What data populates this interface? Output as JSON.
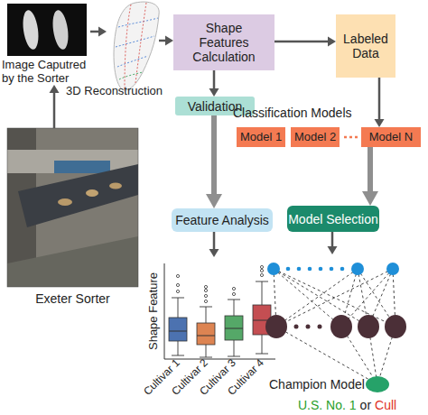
{
  "diagram": {
    "nodes": [
      {
        "text": [
          "Image Caputred by the Sorter"
        ]
      },
      {
        "text": [
          "3D Reconstruction"
        ]
      },
      {
        "text": [
          "Shape Features Calculation"
        ]
      },
      {
        "text": [
          "Labeled Data"
        ]
      },
      {
        "text": [
          "Validation"
        ]
      },
      {
        "text": [
          "Model 1"
        ]
      },
      {
        "text": [
          "Model 2"
        ]
      },
      {
        "text": [
          "Model N"
        ]
      },
      {
        "text": [
          "Exeter Sorter"
        ]
      },
      {
        "text": [
          "Feature Analysis"
        ]
      },
      {
        "text": [
          "Model Selection"
        ]
      },
      {
        "text": [
          "Shape Feature",
          "Cultivar 1",
          "Cultivar 2",
          "Cultivar 3",
          "Cultivar 4"
        ]
      },
      {
        "text": [
          "Champion Model"
        ]
      }
    ],
    "edges": [
      {
        "from": 8,
        "to": 0,
        "arrow": "to"
      },
      {
        "from": 0,
        "to": 1,
        "arrow": "to"
      },
      {
        "from": 1,
        "to": 2,
        "arrow": "to"
      },
      {
        "from": 2,
        "to": 3,
        "arrow": "to"
      },
      {
        "from": 2,
        "to": 4,
        "arrow": "to"
      },
      {
        "from": 3,
        "to": 7,
        "arrow": "to"
      },
      {
        "from": 4,
        "to": 9,
        "arrow": "to"
      },
      {
        "from": 9,
        "to": 11,
        "arrow": "to"
      },
      {
        "from": 7,
        "to": 10,
        "arrow": "to"
      },
      {
        "from": 10,
        "to": 12,
        "arrow": "to"
      }
    ],
    "labels": [
      "Classification Models",
      "U.S. No. 1",
      "or",
      "Cull"
    ]
  }
}
